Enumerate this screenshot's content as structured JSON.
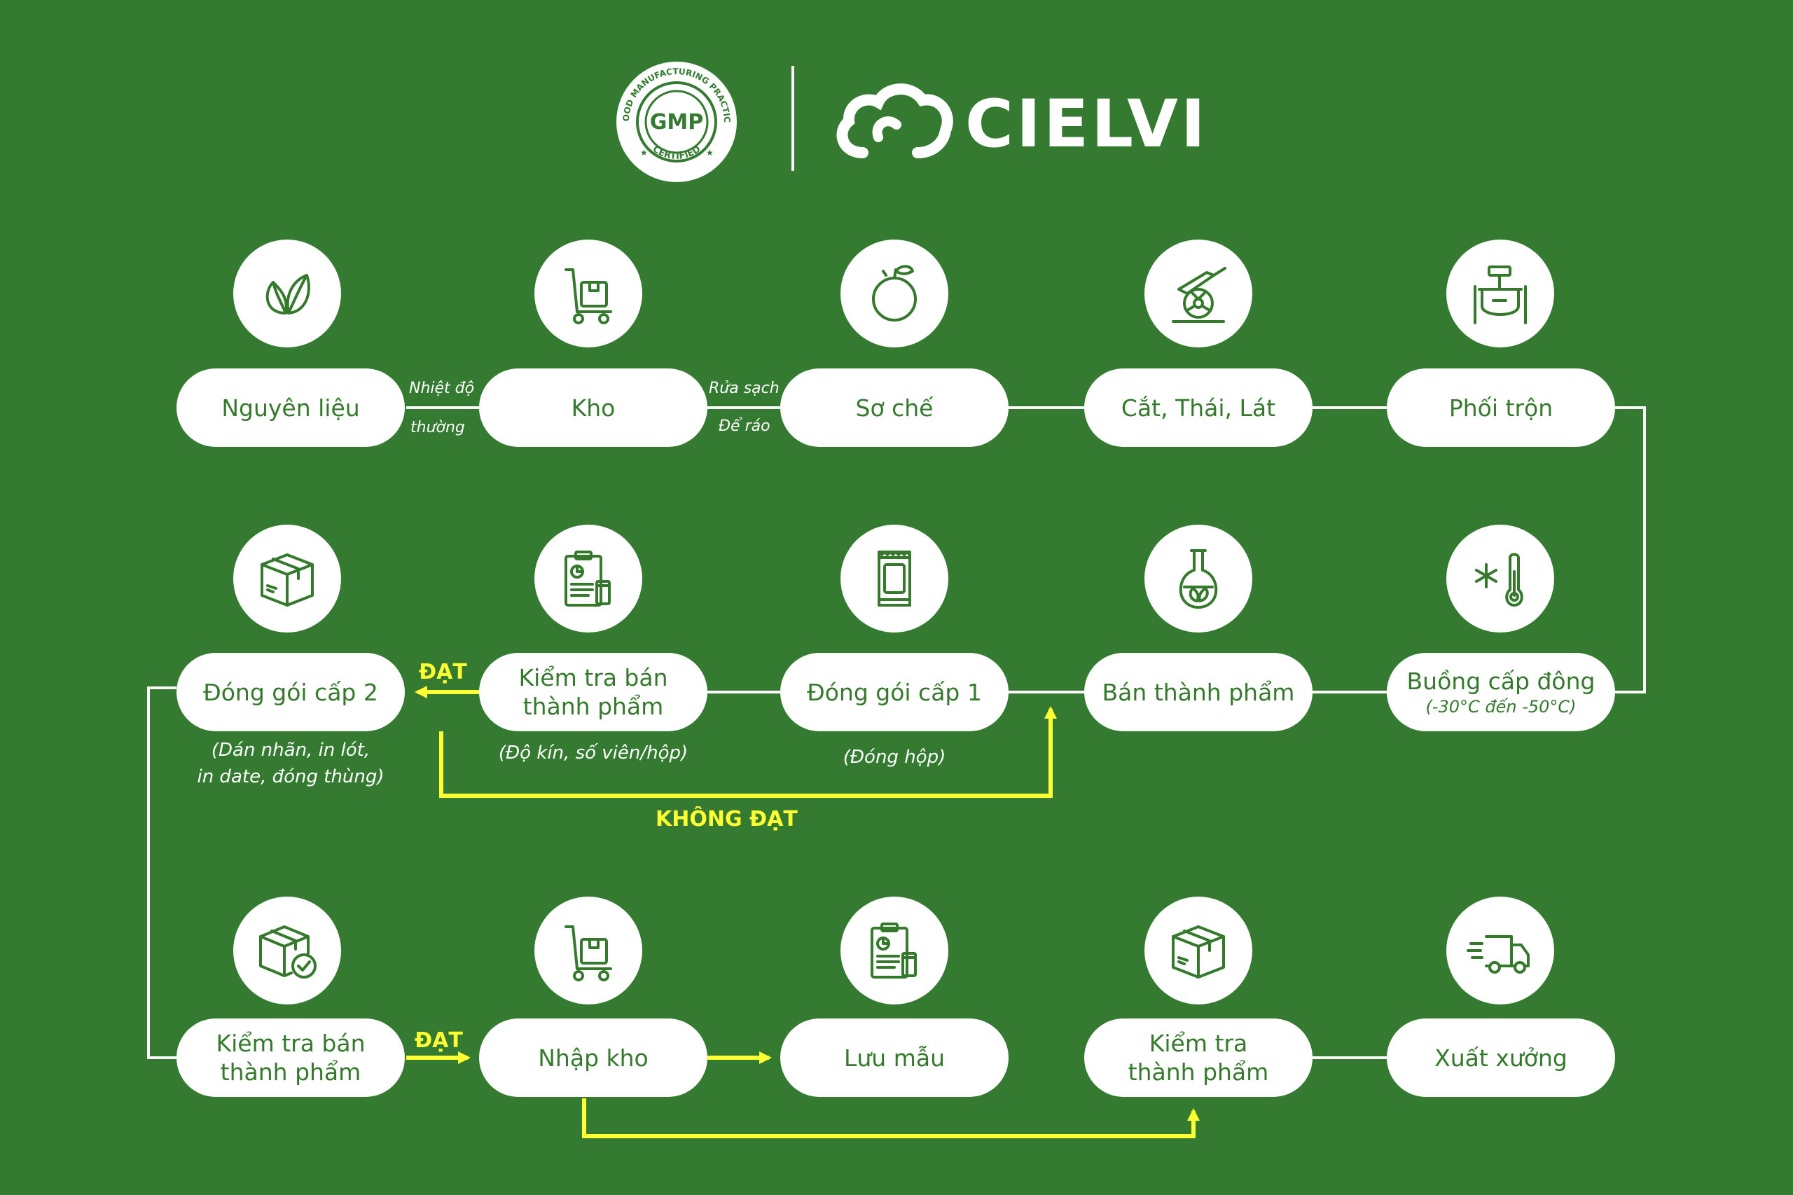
{
  "header": {
    "gmp": {
      "badge": "GMP",
      "ring_top": "GOOD MANUFACTURING PRACTICE",
      "ring_bottom": "CERTIFIED"
    },
    "brand_name": "CIELVI"
  },
  "steps": [
    {
      "id": "nguyen-lieu",
      "lines": [
        "Nguyên liệu"
      ],
      "icon": "leaf-icon"
    },
    {
      "id": "kho",
      "lines": [
        "Kho"
      ],
      "icon": "warehouse-trolley-icon"
    },
    {
      "id": "so-che",
      "lines": [
        "Sơ chế"
      ],
      "icon": "orange-fruit-icon"
    },
    {
      "id": "cat-thai-lat",
      "lines": [
        "Cắt, Thái, Lát"
      ],
      "icon": "knife-slicer-icon"
    },
    {
      "id": "phoi-tron",
      "lines": [
        "Phối trộn"
      ],
      "icon": "mixer-pot-icon"
    },
    {
      "id": "buong-cap-dong",
      "lines": [
        "Buồng cấp đông"
      ],
      "sub": "(-30°C đến -50°C)",
      "icon": "snowflake-thermometer-icon"
    },
    {
      "id": "ban-thanh-pham",
      "lines": [
        "Bán thành phẩm"
      ],
      "icon": "flask-leaf-icon"
    },
    {
      "id": "dong-goi-cap-1",
      "lines": [
        "Đóng gói cấp 1"
      ],
      "icon": "snack-pack-icon"
    },
    {
      "id": "kiem-tra-ban-thanh-pham-1",
      "lines": [
        "Kiểm tra bán",
        "thành phẩm"
      ],
      "icon": "clipboard-report-icon"
    },
    {
      "id": "dong-goi-cap-2",
      "lines": [
        "Đóng gói cấp 2"
      ],
      "icon": "cardboard-box-icon"
    },
    {
      "id": "kiem-tra-ban-thanh-pham-2",
      "lines": [
        "Kiểm tra bán",
        "thành phẩm"
      ],
      "icon": "box-check-icon"
    },
    {
      "id": "nhap-kho",
      "lines": [
        "Nhập kho"
      ],
      "icon": "warehouse-trolley-icon"
    },
    {
      "id": "luu-mau",
      "lines": [
        "Lưu mẫu"
      ],
      "icon": "clipboard-report-icon"
    },
    {
      "id": "kiem-tra-thanh-pham",
      "lines": [
        "Kiểm tra",
        "thành phẩm"
      ],
      "icon": "cardboard-box-icon"
    },
    {
      "id": "xuat-xuong",
      "lines": [
        "Xuất xưởng"
      ],
      "icon": "delivery-truck-icon"
    }
  ],
  "connector_notes": {
    "nhiet_do": "Nhiệt độ",
    "thuong": "thường",
    "rua_sach": "Rửa sạch",
    "de_rao": "Để ráo"
  },
  "step_notes": {
    "dong_goi_cap_2": [
      "(Dán nhãn, in lót,",
      "in date, đóng thùng)"
    ],
    "kiem_tra_1": "(Độ kín, số viên/hộp)",
    "dong_goi_cap_1": "(Đóng hộp)"
  },
  "flow_labels": {
    "dat_1": "ĐẠT",
    "khong_dat": "KHÔNG ĐẠT",
    "dat_2": "ĐẠT"
  },
  "colors": {
    "background": "#347a30",
    "text_green": "#357a2c",
    "highlight_yellow": "#ffff33",
    "white": "#ffffff"
  }
}
